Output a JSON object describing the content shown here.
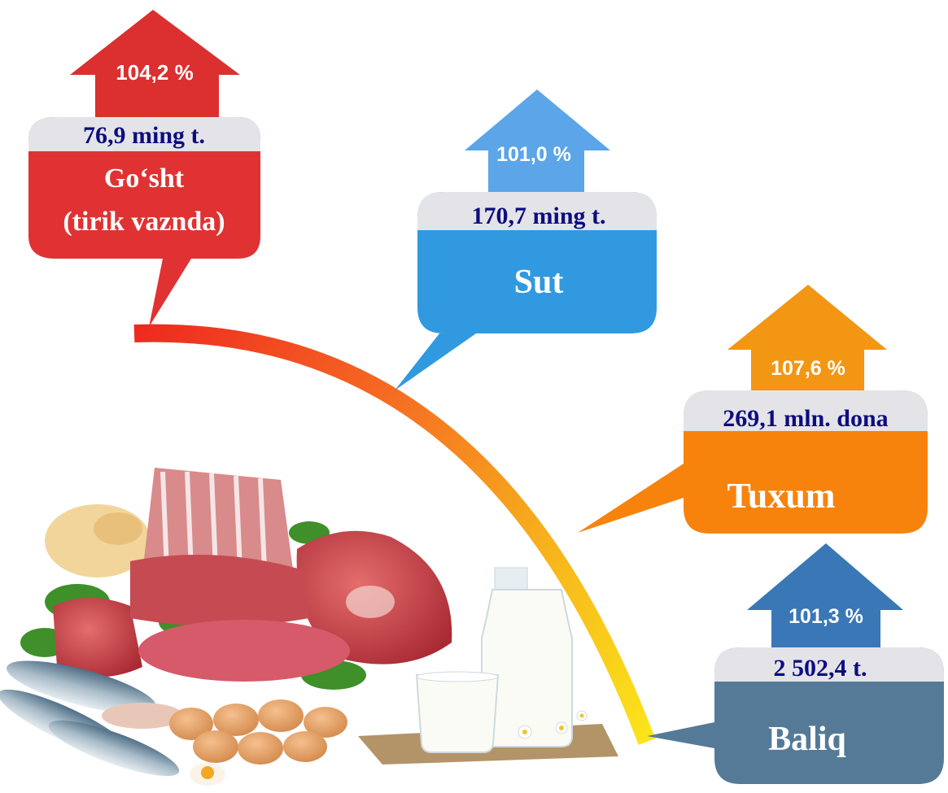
{
  "colors": {
    "meat": "#e03232",
    "meat_arrow": "#dc2f2f",
    "milk": "#3199e0",
    "milk_arrow": "#5ba5e8",
    "eggs": "#f7830d",
    "eggs_arrow": "#f29614",
    "fish": "#557a98",
    "fish_arrow": "#3a77b6",
    "value_band": "#e4e4e8",
    "amount_text": "#0d0d80"
  },
  "products": [
    {
      "id": "meat",
      "growth": "104,2 %",
      "amount": "76,9 ming t.",
      "name_line1": "Go‘sht",
      "name_line2": "(tirik vaznda)"
    },
    {
      "id": "milk",
      "growth": "101,0 %",
      "amount": "170,7 ming t.",
      "name_line1": "Sut"
    },
    {
      "id": "eggs",
      "growth": "107,6 %",
      "amount": "269,1 mln. dona",
      "name_line1": "Tuxum"
    },
    {
      "id": "fish",
      "growth": "101,3 %",
      "amount": "2 502,4 t.",
      "name_line1": "Baliq"
    }
  ],
  "illustration": {
    "subject": "meat, fish, eggs and milk products"
  }
}
